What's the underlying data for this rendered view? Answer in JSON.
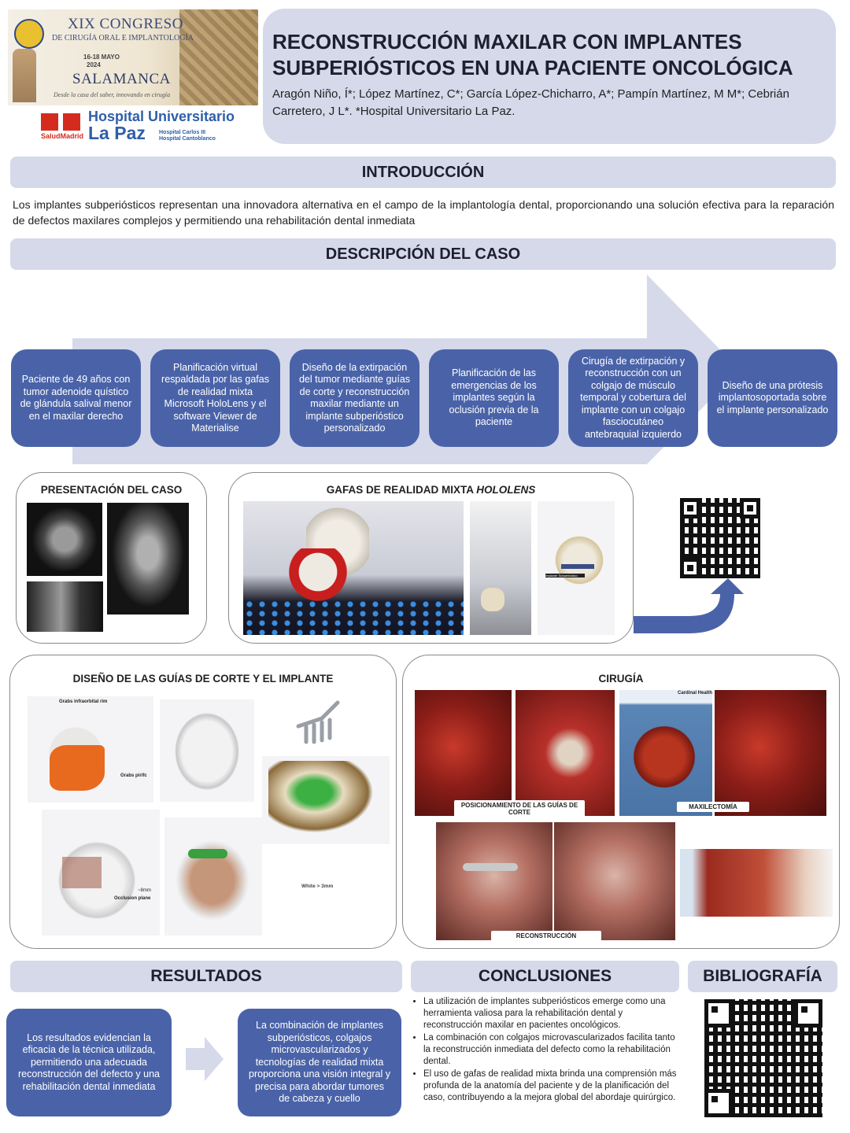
{
  "congress": {
    "title": "XIX CONGRESO",
    "subtitle": "DE CIRUGÍA ORAL E IMPLANTOLOGÍA",
    "dates_line1": "16-18 MAYO",
    "dates_line2": "2024",
    "city": "SALAMANCA",
    "motto": "Desde la casa del saber, innovando en cirugía"
  },
  "hospital": {
    "salud": "SaludMadrid",
    "name_line1": "Hospital Universitario",
    "name_line2": "La Paz",
    "sub_line1": "Hospital Carlos III",
    "sub_line2": "Hospital Cantoblanco"
  },
  "poster": {
    "title": "RECONSTRUCCIÓN MAXILAR CON IMPLANTES SUBPERIÓSTICOS EN UNA PACIENTE ONCOLÓGICA",
    "authors": "Aragón Niño, Í*; López Martínez, C*; García López-Chicharro, A*; Pampín Martínez, M M*; Cebrián Carretero, J L*. *Hospital Universitario La Paz."
  },
  "intro": {
    "heading": "INTRODUCCIÓN",
    "text": "Los implantes subperiósticos representan una innovadora alternativa en el campo de la implantología dental, proporcionando una solución efectiva para la reparación de defectos maxilares complejos y permitiendo una rehabilitación dental inmediata"
  },
  "case": {
    "heading": "DESCRIPCIÓN DEL CASO",
    "steps": [
      "Paciente de 49 años con tumor adenoide quístico de glándula salival menor en el maxilar derecho",
      "Planificación virtual respaldada por las gafas de realidad mixta Microsoft HoloLens y el software Viewer de Materialise",
      "Diseño de la extirpación del tumor mediante guías de corte y reconstrucción maxilar mediante un implante subperióstico personalizado",
      "Planificación de las emergencias de los implantes según la oclusión previa de la paciente",
      "Cirugía de extirpación y reconstrucción con un colgajo de músculo temporal y cobertura del implante con un colgajo fasciocutáneo antebraquial izquierdo",
      "Diseño de una prótesis implantosoportada sobre el implante personalizado"
    ]
  },
  "panels": {
    "presentation": "PRESENTACIÓN DEL CASO",
    "hololens_prefix": "GAFAS DE REALIDAD MIXTA ",
    "hololens_italic": "HOLOLENS",
    "design": "DISEÑO DE LAS GUÍAS DE CORTE Y EL IMPLANTE",
    "surgery": "CIRUGÍA",
    "surgery_labels": {
      "guides": "POSICIONAMIENTO DE LAS GUÍAS DE CORTE",
      "maxillectomy": "MAXILECTOMÍA",
      "reconstruction": "RECONSTRUCCIÓN"
    },
    "photo_caption": "Cardinal Health",
    "design_labels": {
      "infraorbital": "Grabs infraorbital rim",
      "piriform": "Grabs pirifc",
      "occlusion_dist": "~8mm",
      "occlusion_plane": "Occlusion plane",
      "white": "White > 3mm"
    },
    "holo_label": "Implante Subperióstico"
  },
  "results": {
    "heading": "RESULTADOS",
    "box1": "Los resultados evidencian la eficacia de la técnica utilizada, permitiendo una adecuada reconstrucción del defecto y una rehabilitación dental inmediata",
    "box2": "La combinación de implantes subperiósticos, colgajos microvascularizados y tecnologías de realidad mixta proporciona una visión integral y precisa para abordar tumores de cabeza y cuello"
  },
  "conclusions": {
    "heading": "CONCLUSIONES",
    "items": [
      "La utilización de implantes subperiósticos emerge como una herramienta valiosa para la rehabilitación dental y reconstrucción maxilar en pacientes oncológicos.",
      "La combinación con colgajos microvascularizados facilita tanto la reconstrucción inmediata del defecto como la rehabilitación dental.",
      "El uso de gafas de realidad mixta brinda una comprensión más profunda de la anatomía del paciente y de la planificación del caso, contribuyendo a la mejora global del abordaje quirúrgico."
    ]
  },
  "bibliography": {
    "heading": "BIBLIOGRAFÍA"
  },
  "colors": {
    "bar": "#d5d9ea",
    "step_box": "#4a63a8",
    "arrow": "#d5d9ea"
  }
}
